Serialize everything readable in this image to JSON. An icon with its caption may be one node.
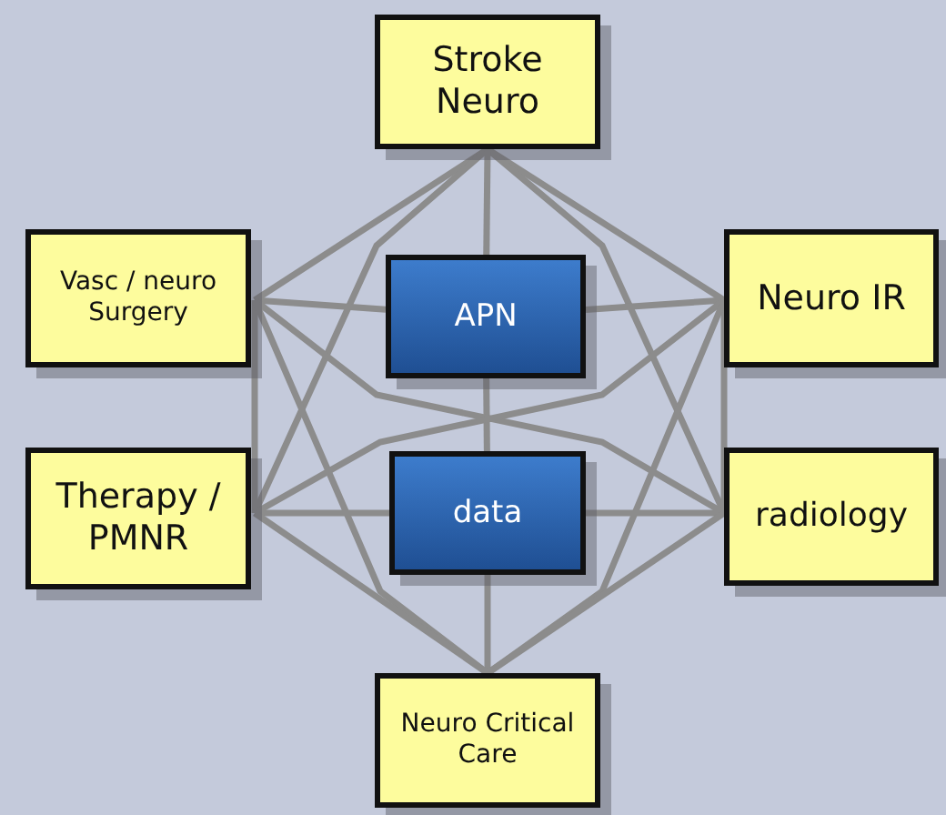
{
  "diagram": {
    "nodes": [
      {
        "text": [
          "Stroke Neuro"
        ]
      },
      {
        "text": [
          "Vasc / neuro Surgery"
        ]
      },
      {
        "text": [
          "APN"
        ]
      },
      {
        "text": [
          "Neuro IR"
        ]
      },
      {
        "text": [
          "Therapy / PMNR"
        ]
      },
      {
        "text": [
          "data"
        ]
      },
      {
        "text": [
          "radiology"
        ]
      },
      {
        "text": [
          "Neuro Critical Care"
        ]
      }
    ],
    "edges": [
      {
        "from": 0,
        "to": 1,
        "arrow": "none"
      },
      {
        "from": 0,
        "to": 3,
        "arrow": "none"
      },
      {
        "from": 0,
        "to": 4,
        "arrow": "none"
      },
      {
        "from": 0,
        "to": 6,
        "arrow": "none"
      },
      {
        "from": 0,
        "to": 2,
        "arrow": "none"
      },
      {
        "from": 2,
        "to": 5,
        "arrow": "none"
      },
      {
        "from": 5,
        "to": 7,
        "arrow": "none"
      },
      {
        "from": 1,
        "to": 2,
        "arrow": "none"
      },
      {
        "from": 2,
        "to": 3,
        "arrow": "none"
      },
      {
        "from": 1,
        "to": 4,
        "arrow": "none"
      },
      {
        "from": 1,
        "to": 6,
        "arrow": "none"
      },
      {
        "from": 1,
        "to": 7,
        "arrow": "none"
      },
      {
        "from": 3,
        "to": 4,
        "arrow": "none"
      },
      {
        "from": 3,
        "to": 6,
        "arrow": "none"
      },
      {
        "from": 3,
        "to": 7,
        "arrow": "none"
      },
      {
        "from": 4,
        "to": 5,
        "arrow": "none"
      },
      {
        "from": 5,
        "to": 6,
        "arrow": "none"
      },
      {
        "from": 4,
        "to": 7,
        "arrow": "none"
      },
      {
        "from": 6,
        "to": 7,
        "arrow": "none"
      }
    ]
  }
}
